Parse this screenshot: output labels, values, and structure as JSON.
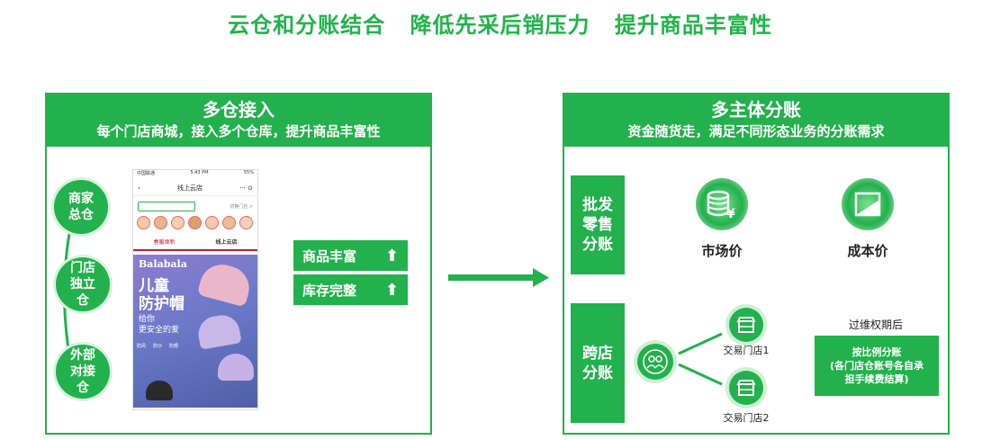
{
  "title": "云仓和分账结合  降低先采后销压力  提升商品丰富性",
  "left_panel": {
    "heading": "多仓接入",
    "subheading": "每个门店商城，接入多个仓库，提升商品丰富性",
    "warehouses": [
      "商家\n总仓",
      "门店\n独立\n仓",
      "外部\n对接\n仓"
    ],
    "phone": {
      "status_left": "中国联通",
      "status_time": "5:43 PM",
      "status_right": "55%",
      "shop_title": "线上云店",
      "switch_store": "切换门店 >",
      "tab_left": "春暖焕新",
      "tab_right": "线上云店",
      "brand": "Balabala",
      "product_line1": "儿童",
      "product_line2": "防护帽",
      "tagline1": "给你",
      "tagline2": "更安全的爱",
      "features": [
        "防风",
        "防沙",
        "防晒"
      ]
    },
    "benefits": [
      "商品丰富",
      "库存完整"
    ]
  },
  "right_panel": {
    "heading": "多主体分账",
    "subheading": "资金随货走，满足不同形态业务的分账需求",
    "row1_label": "批发\n零售\n分账",
    "market_price": "市场价",
    "cost_price": "成本价",
    "row2_label": "跨店\n分账",
    "store1": "交易门店1",
    "store2": "交易门店2",
    "after_period": "过维权期后",
    "split_box": "按比例分账\n(各门店仓账号各自承\n担手续费结算)"
  },
  "colors": {
    "brand_green": "#22b14c",
    "light_green": "#d8f3df"
  }
}
